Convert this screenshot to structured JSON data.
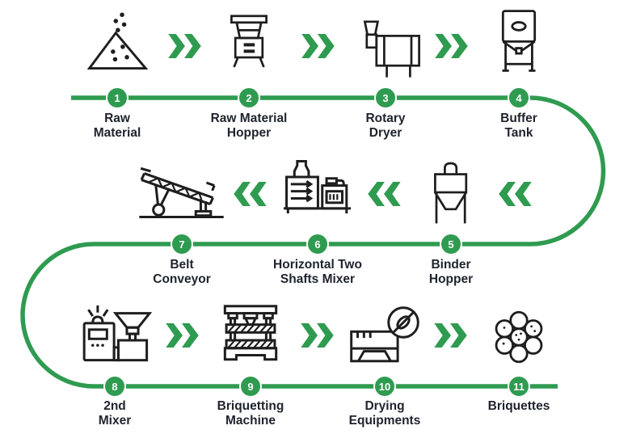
{
  "colors": {
    "accent_green": "#2F9B50",
    "text": "#1F232D",
    "icon_stroke": "#1E1E1E"
  },
  "diagram": {
    "kind": "process-flow",
    "step_count": 11
  },
  "rows": [
    {
      "flow_direction": "left-to-right",
      "chevron": "double-chevron-right",
      "steps": [
        {
          "num": "1",
          "label": "Raw\nMaterial",
          "icon": "raw-material-icon"
        },
        {
          "num": "2",
          "label": "Raw Material\nHopper",
          "icon": "raw-material-hopper-icon"
        },
        {
          "num": "3",
          "label": "Rotary\nDryer",
          "icon": "rotary-dryer-icon"
        },
        {
          "num": "4",
          "label": "Buffer\nTank",
          "icon": "buffer-tank-icon"
        }
      ]
    },
    {
      "flow_direction": "right-to-left",
      "chevron": "double-chevron-left",
      "steps": [
        {
          "num": "7",
          "label": "Belt\nConveyor",
          "icon": "belt-conveyor-icon"
        },
        {
          "num": "6",
          "label": "Horizontal Two\nShafts Mixer",
          "icon": "horizontal-two-shafts-mixer-icon"
        },
        {
          "num": "5",
          "label": "Binder\nHopper",
          "icon": "binder-hopper-icon"
        }
      ]
    },
    {
      "flow_direction": "left-to-right",
      "chevron": "double-chevron-right",
      "steps": [
        {
          "num": "8",
          "label": "2nd\nMixer",
          "icon": "second-mixer-icon"
        },
        {
          "num": "9",
          "label": "Briquetting\nMachine",
          "icon": "briquetting-machine-icon"
        },
        {
          "num": "10",
          "label": "Drying\nEquipments",
          "icon": "drying-equipments-icon"
        },
        {
          "num": "11",
          "label": "Briquettes",
          "icon": "briquettes-icon"
        }
      ]
    }
  ]
}
